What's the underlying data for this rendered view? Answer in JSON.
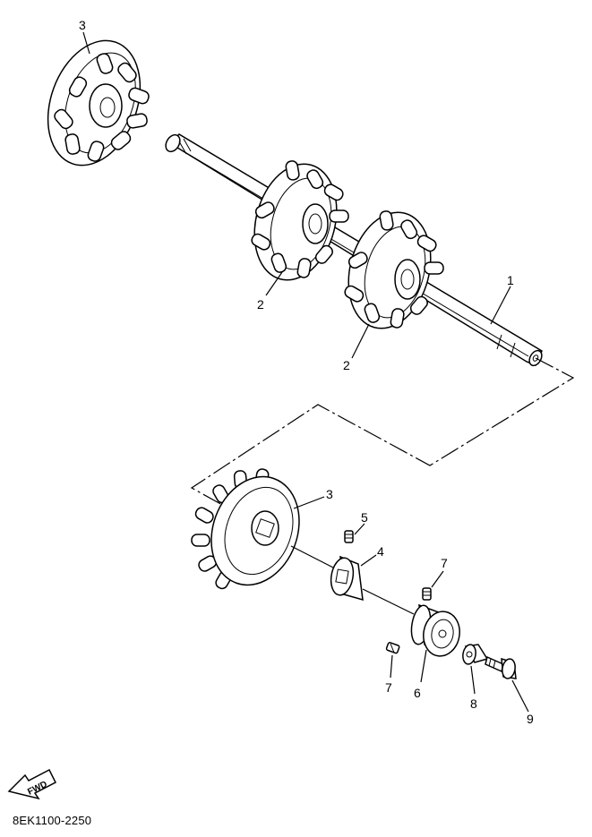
{
  "diagram": {
    "drawing_code": "8EK1100-2250",
    "fwd_label": "FWD",
    "callouts": [
      {
        "id": "c1",
        "label": "1"
      },
      {
        "id": "c2a",
        "label": "2"
      },
      {
        "id": "c2b",
        "label": "2"
      },
      {
        "id": "c3a",
        "label": "3"
      },
      {
        "id": "c3b",
        "label": "3"
      },
      {
        "id": "c4",
        "label": "4"
      },
      {
        "id": "c5",
        "label": "5"
      },
      {
        "id": "c6",
        "label": "6"
      },
      {
        "id": "c7a",
        "label": "7"
      },
      {
        "id": "c7b",
        "label": "7"
      },
      {
        "id": "c8",
        "label": "8"
      },
      {
        "id": "c9",
        "label": "9"
      }
    ]
  }
}
